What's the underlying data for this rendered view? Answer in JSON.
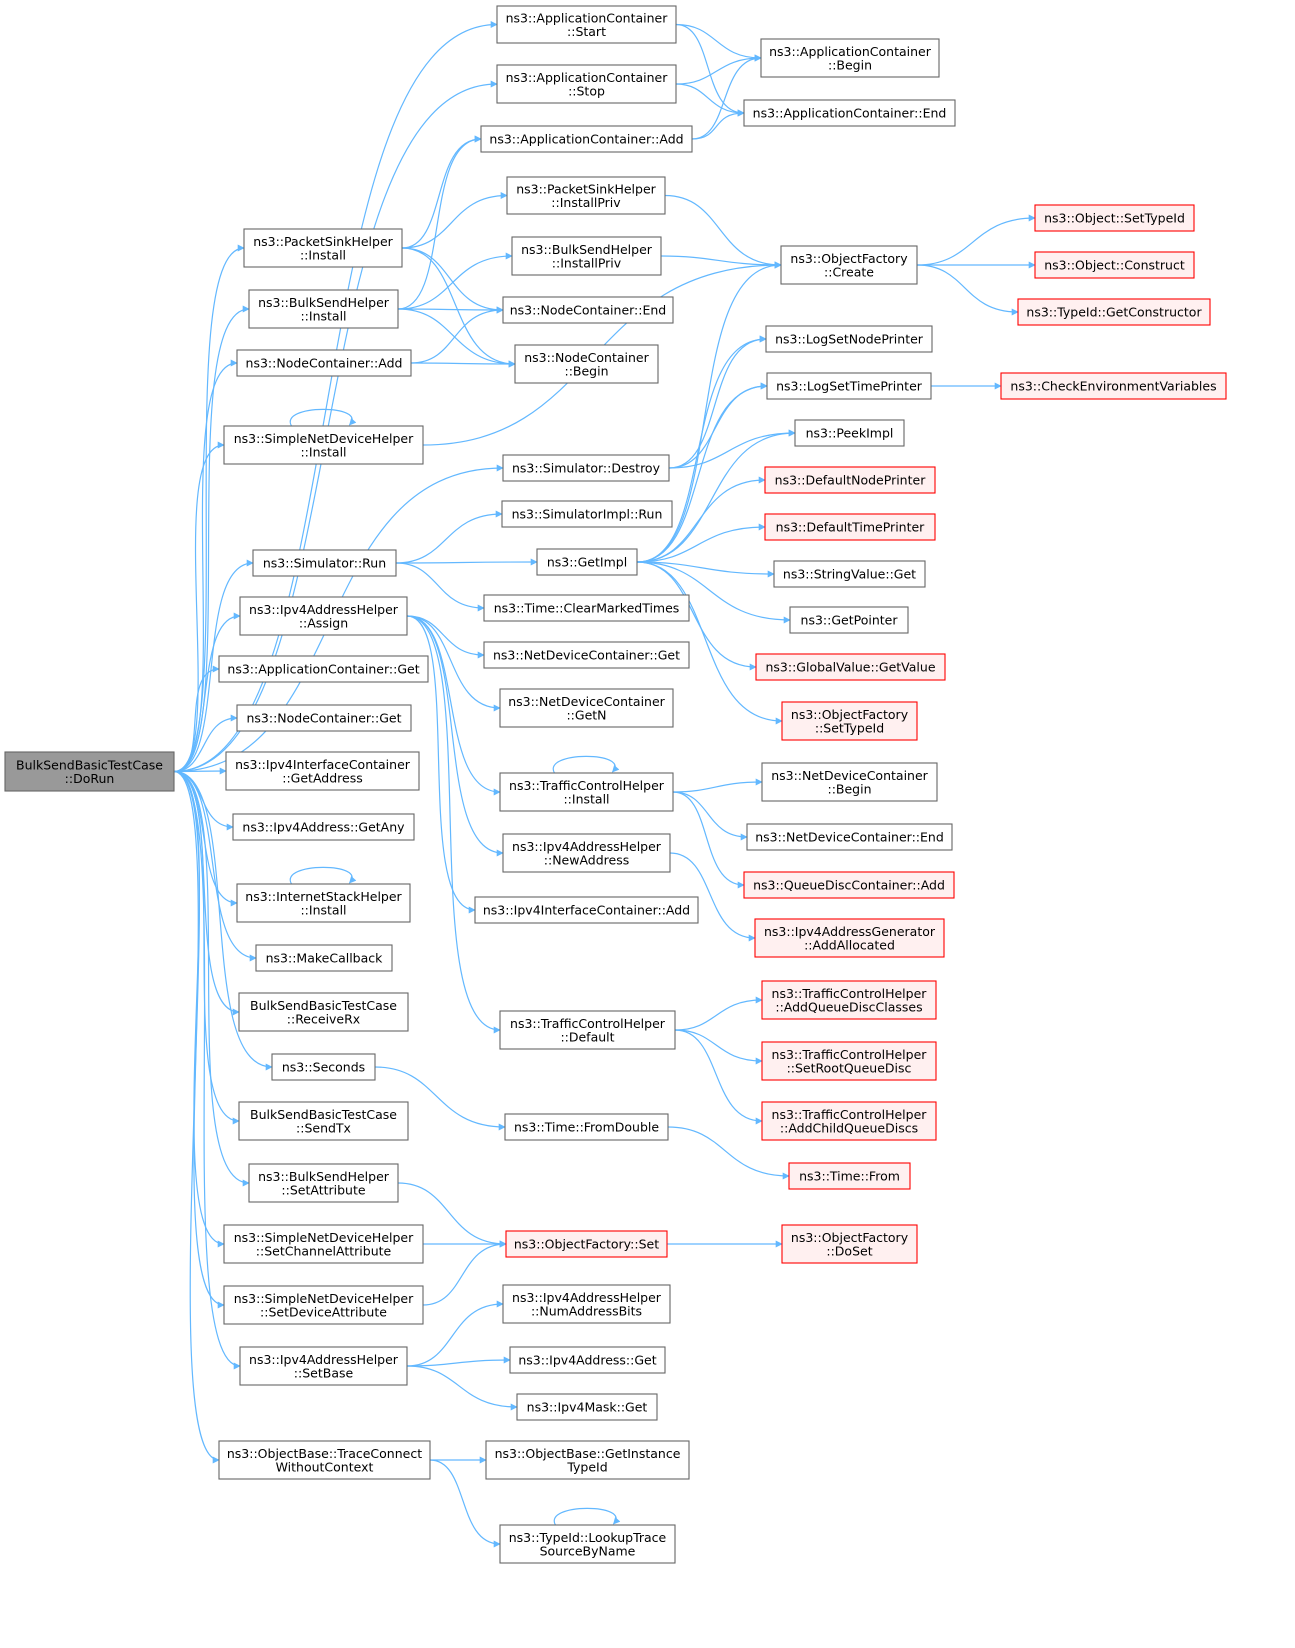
{
  "colors": {
    "edge": "#63b8ff",
    "node_fill": "#ffffff",
    "node_border": "#666666",
    "root_fill": "#999999",
    "root_border": "#666666",
    "external_fill": "#fff0f0",
    "external_border": "#ff0000"
  },
  "nodes": [
    {
      "id": "root",
      "kind": "root",
      "lines": [
        "BulkSendBasicTestCase",
        "::DoRun"
      ]
    },
    {
      "id": "ac_start",
      "kind": "normal",
      "lines": [
        "ns3::ApplicationContainer",
        "::Start"
      ]
    },
    {
      "id": "ac_stop",
      "kind": "normal",
      "lines": [
        "ns3::ApplicationContainer",
        "::Stop"
      ]
    },
    {
      "id": "ac_begin",
      "kind": "normal",
      "lines": [
        "ns3::ApplicationContainer",
        "::Begin"
      ]
    },
    {
      "id": "ac_end",
      "kind": "normal",
      "lines": [
        "ns3::ApplicationContainer::End"
      ]
    },
    {
      "id": "ac_add",
      "kind": "normal",
      "lines": [
        "ns3::ApplicationContainer::Add"
      ]
    },
    {
      "id": "psh_ip",
      "kind": "normal",
      "lines": [
        "ns3::PacketSinkHelper",
        "::InstallPriv"
      ]
    },
    {
      "id": "psh_i",
      "kind": "normal",
      "lines": [
        "ns3::PacketSinkHelper",
        "::Install"
      ]
    },
    {
      "id": "bsh_ip",
      "kind": "normal",
      "lines": [
        "ns3::BulkSendHelper",
        "::InstallPriv"
      ]
    },
    {
      "id": "bsh_i",
      "kind": "normal",
      "lines": [
        "ns3::BulkSendHelper",
        "::Install"
      ]
    },
    {
      "id": "nc_end",
      "kind": "normal",
      "lines": [
        "ns3::NodeContainer::End"
      ]
    },
    {
      "id": "nc_add",
      "kind": "normal",
      "lines": [
        "ns3::NodeContainer::Add"
      ]
    },
    {
      "id": "nc_begin",
      "kind": "normal",
      "lines": [
        "ns3::NodeContainer",
        "::Begin"
      ]
    },
    {
      "id": "of_create",
      "kind": "normal",
      "lines": [
        "ns3::ObjectFactory",
        "::Create"
      ]
    },
    {
      "id": "o_settid",
      "kind": "external",
      "lines": [
        "ns3::Object::SetTypeId"
      ]
    },
    {
      "id": "o_construct",
      "kind": "external",
      "lines": [
        "ns3::Object::Construct"
      ]
    },
    {
      "id": "tid_getctor",
      "kind": "external",
      "lines": [
        "ns3::TypeId::GetConstructor"
      ]
    },
    {
      "id": "lsnp",
      "kind": "normal",
      "lines": [
        "ns3::LogSetNodePrinter"
      ]
    },
    {
      "id": "lstp",
      "kind": "normal",
      "lines": [
        "ns3::LogSetTimePrinter"
      ]
    },
    {
      "id": "cev",
      "kind": "external",
      "lines": [
        "ns3::CheckEnvironmentVariables"
      ]
    },
    {
      "id": "sndh_i",
      "kind": "normal",
      "lines": [
        "ns3::SimpleNetDeviceHelper",
        "::Install"
      ]
    },
    {
      "id": "peek",
      "kind": "normal",
      "lines": [
        "ns3::PeekImpl"
      ]
    },
    {
      "id": "sim_destroy",
      "kind": "normal",
      "lines": [
        "ns3::Simulator::Destroy"
      ]
    },
    {
      "id": "dnp",
      "kind": "external",
      "lines": [
        "ns3::DefaultNodePrinter"
      ]
    },
    {
      "id": "simimpl_run",
      "kind": "normal",
      "lines": [
        "ns3::SimulatorImpl::Run"
      ]
    },
    {
      "id": "dtp",
      "kind": "external",
      "lines": [
        "ns3::DefaultTimePrinter"
      ]
    },
    {
      "id": "sim_run",
      "kind": "normal",
      "lines": [
        "ns3::Simulator::Run"
      ]
    },
    {
      "id": "getimpl",
      "kind": "normal",
      "lines": [
        "ns3::GetImpl"
      ]
    },
    {
      "id": "sv_get",
      "kind": "normal",
      "lines": [
        "ns3::StringValue::Get"
      ]
    },
    {
      "id": "time_cmt",
      "kind": "normal",
      "lines": [
        "ns3::Time::ClearMarkedTimes"
      ]
    },
    {
      "id": "ipv4ah_assign",
      "kind": "normal",
      "lines": [
        "ns3::Ipv4AddressHelper",
        "::Assign"
      ]
    },
    {
      "id": "getptr",
      "kind": "normal",
      "lines": [
        "ns3::GetPointer"
      ]
    },
    {
      "id": "ndc_get",
      "kind": "normal",
      "lines": [
        "ns3::NetDeviceContainer::Get"
      ]
    },
    {
      "id": "gv_getvalue",
      "kind": "external",
      "lines": [
        "ns3::GlobalValue::GetValue"
      ]
    },
    {
      "id": "ac_get",
      "kind": "normal",
      "lines": [
        "ns3::ApplicationContainer::Get"
      ]
    },
    {
      "id": "ndc_getn",
      "kind": "normal",
      "lines": [
        "ns3::NetDeviceContainer",
        "::GetN"
      ]
    },
    {
      "id": "nc_get",
      "kind": "normal",
      "lines": [
        "ns3::NodeContainer::Get"
      ]
    },
    {
      "id": "of_settid",
      "kind": "external",
      "lines": [
        "ns3::ObjectFactory",
        "::SetTypeId"
      ]
    },
    {
      "id": "ipv4ic_getaddr",
      "kind": "normal",
      "lines": [
        "ns3::Ipv4InterfaceContainer",
        "::GetAddress"
      ]
    },
    {
      "id": "tch_install",
      "kind": "normal",
      "lines": [
        "ns3::TrafficControlHelper",
        "::Install"
      ]
    },
    {
      "id": "ndc_begin",
      "kind": "normal",
      "lines": [
        "ns3::NetDeviceContainer",
        "::Begin"
      ]
    },
    {
      "id": "ipv4_getany",
      "kind": "normal",
      "lines": [
        "ns3::Ipv4Address::GetAny"
      ]
    },
    {
      "id": "ndc_end",
      "kind": "normal",
      "lines": [
        "ns3::NetDeviceContainer::End"
      ]
    },
    {
      "id": "ipv4ah_newaddr",
      "kind": "normal",
      "lines": [
        "ns3::Ipv4AddressHelper",
        "::NewAddress"
      ]
    },
    {
      "id": "qdc_add",
      "kind": "external",
      "lines": [
        "ns3::QueueDiscContainer::Add"
      ]
    },
    {
      "id": "ish_install",
      "kind": "normal",
      "lines": [
        "ns3::InternetStackHelper",
        "::Install"
      ]
    },
    {
      "id": "ipv4ic_add",
      "kind": "normal",
      "lines": [
        "ns3::Ipv4InterfaceContainer::Add"
      ]
    },
    {
      "id": "ipv4ag_addalloc",
      "kind": "external",
      "lines": [
        "ns3::Ipv4AddressGenerator",
        "::AddAllocated"
      ]
    },
    {
      "id": "makecb",
      "kind": "normal",
      "lines": [
        "ns3::MakeCallback"
      ]
    },
    {
      "id": "tch_aqdc",
      "kind": "external",
      "lines": [
        "ns3::TrafficControlHelper",
        "::AddQueueDiscClasses"
      ]
    },
    {
      "id": "bstc_rx",
      "kind": "normal",
      "lines": [
        "BulkSendBasicTestCase",
        "::ReceiveRx"
      ]
    },
    {
      "id": "tch_default",
      "kind": "normal",
      "lines": [
        "ns3::TrafficControlHelper",
        "::Default"
      ]
    },
    {
      "id": "tch_srqd",
      "kind": "external",
      "lines": [
        "ns3::TrafficControlHelper",
        "::SetRootQueueDisc"
      ]
    },
    {
      "id": "seconds",
      "kind": "normal",
      "lines": [
        "ns3::Seconds"
      ]
    },
    {
      "id": "bstc_tx",
      "kind": "normal",
      "lines": [
        "BulkSendBasicTestCase",
        "::SendTx"
      ]
    },
    {
      "id": "time_fromdouble",
      "kind": "normal",
      "lines": [
        "ns3::Time::FromDouble"
      ]
    },
    {
      "id": "tch_acqd",
      "kind": "external",
      "lines": [
        "ns3::TrafficControlHelper",
        "::AddChildQueueDiscs"
      ]
    },
    {
      "id": "time_from",
      "kind": "external",
      "lines": [
        "ns3::Time::From"
      ]
    },
    {
      "id": "bsh_setattr",
      "kind": "normal",
      "lines": [
        "ns3::BulkSendHelper",
        "::SetAttribute"
      ]
    },
    {
      "id": "sndh_setchattr",
      "kind": "normal",
      "lines": [
        "ns3::SimpleNetDeviceHelper",
        "::SetChannelAttribute"
      ]
    },
    {
      "id": "of_set",
      "kind": "external",
      "lines": [
        "ns3::ObjectFactory::Set"
      ]
    },
    {
      "id": "of_doset",
      "kind": "external",
      "lines": [
        "ns3::ObjectFactory",
        "::DoSet"
      ]
    },
    {
      "id": "sndh_setdevattr",
      "kind": "normal",
      "lines": [
        "ns3::SimpleNetDeviceHelper",
        "::SetDeviceAttribute"
      ]
    },
    {
      "id": "ipv4ah_nab",
      "kind": "normal",
      "lines": [
        "ns3::Ipv4AddressHelper",
        "::NumAddressBits"
      ]
    },
    {
      "id": "ipv4ah_setbase",
      "kind": "normal",
      "lines": [
        "ns3::Ipv4AddressHelper",
        "::SetBase"
      ]
    },
    {
      "id": "ipv4_get",
      "kind": "normal",
      "lines": [
        "ns3::Ipv4Address::Get"
      ]
    },
    {
      "id": "ipv4mask_get",
      "kind": "normal",
      "lines": [
        "ns3::Ipv4Mask::Get"
      ]
    },
    {
      "id": "ob_tcwc",
      "kind": "normal",
      "lines": [
        "ns3::ObjectBase::TraceConnect",
        "WithoutContext"
      ]
    },
    {
      "id": "ob_getitid",
      "kind": "normal",
      "lines": [
        "ns3::ObjectBase::GetInstance",
        "TypeId"
      ]
    },
    {
      "id": "tid_lookup",
      "kind": "normal",
      "lines": [
        "ns3::TypeId::LookupTrace",
        "SourceByName"
      ]
    }
  ],
  "edges": [
    [
      "root",
      "ac_start"
    ],
    [
      "root",
      "ac_stop"
    ],
    [
      "root",
      "psh_i"
    ],
    [
      "root",
      "bsh_i"
    ],
    [
      "root",
      "nc_add"
    ],
    [
      "root",
      "sndh_i"
    ],
    [
      "root",
      "sim_destroy"
    ],
    [
      "root",
      "sim_run"
    ],
    [
      "root",
      "ipv4ah_assign"
    ],
    [
      "root",
      "ac_get"
    ],
    [
      "root",
      "nc_get"
    ],
    [
      "root",
      "ipv4ic_getaddr"
    ],
    [
      "root",
      "ipv4_getany"
    ],
    [
      "root",
      "ish_install"
    ],
    [
      "root",
      "makecb"
    ],
    [
      "root",
      "bstc_rx"
    ],
    [
      "root",
      "seconds"
    ],
    [
      "root",
      "bstc_tx"
    ],
    [
      "root",
      "bsh_setattr"
    ],
    [
      "root",
      "sndh_setchattr"
    ],
    [
      "root",
      "sndh_setdevattr"
    ],
    [
      "root",
      "ipv4ah_setbase"
    ],
    [
      "root",
      "ob_tcwc"
    ],
    [
      "ac_start",
      "ac_begin"
    ],
    [
      "ac_start",
      "ac_end"
    ],
    [
      "ac_stop",
      "ac_begin"
    ],
    [
      "ac_stop",
      "ac_end"
    ],
    [
      "ac_add",
      "ac_begin"
    ],
    [
      "ac_add",
      "ac_end"
    ],
    [
      "psh_i",
      "ac_add"
    ],
    [
      "psh_i",
      "psh_ip"
    ],
    [
      "psh_i",
      "nc_end"
    ],
    [
      "psh_i",
      "nc_begin"
    ],
    [
      "bsh_i",
      "ac_add"
    ],
    [
      "bsh_i",
      "bsh_ip"
    ],
    [
      "bsh_i",
      "nc_end"
    ],
    [
      "bsh_i",
      "nc_begin"
    ],
    [
      "nc_add",
      "nc_end"
    ],
    [
      "nc_add",
      "nc_begin"
    ],
    [
      "psh_ip",
      "of_create"
    ],
    [
      "bsh_ip",
      "of_create"
    ],
    [
      "sndh_i",
      "of_create"
    ],
    [
      "sndh_i",
      "sndh_i"
    ],
    [
      "of_create",
      "o_settid"
    ],
    [
      "of_create",
      "o_construct"
    ],
    [
      "of_create",
      "tid_getctor"
    ],
    [
      "lstp",
      "cev"
    ],
    [
      "sim_destroy",
      "lsnp"
    ],
    [
      "sim_destroy",
      "lstp"
    ],
    [
      "sim_destroy",
      "peek"
    ],
    [
      "sim_run",
      "simimpl_run"
    ],
    [
      "sim_run",
      "getimpl"
    ],
    [
      "sim_run",
      "time_cmt"
    ],
    [
      "getimpl",
      "of_create"
    ],
    [
      "getimpl",
      "lsnp"
    ],
    [
      "getimpl",
      "lstp"
    ],
    [
      "getimpl",
      "peek"
    ],
    [
      "getimpl",
      "dnp"
    ],
    [
      "getimpl",
      "dtp"
    ],
    [
      "getimpl",
      "sv_get"
    ],
    [
      "getimpl",
      "getptr"
    ],
    [
      "getimpl",
      "gv_getvalue"
    ],
    [
      "getimpl",
      "of_settid"
    ],
    [
      "ipv4ah_assign",
      "ndc_get"
    ],
    [
      "ipv4ah_assign",
      "ndc_getn"
    ],
    [
      "ipv4ah_assign",
      "tch_install"
    ],
    [
      "ipv4ah_assign",
      "ipv4ah_newaddr"
    ],
    [
      "ipv4ah_assign",
      "ipv4ic_add"
    ],
    [
      "ipv4ah_assign",
      "tch_default"
    ],
    [
      "tch_install",
      "tch_install"
    ],
    [
      "tch_install",
      "ndc_begin"
    ],
    [
      "tch_install",
      "ndc_end"
    ],
    [
      "tch_install",
      "qdc_add"
    ],
    [
      "ipv4ah_newaddr",
      "ipv4ag_addalloc"
    ],
    [
      "tch_default",
      "tch_aqdc"
    ],
    [
      "tch_default",
      "tch_srqd"
    ],
    [
      "tch_default",
      "tch_acqd"
    ],
    [
      "ish_install",
      "ish_install"
    ],
    [
      "seconds",
      "time_fromdouble"
    ],
    [
      "time_fromdouble",
      "time_from"
    ],
    [
      "bsh_setattr",
      "of_set"
    ],
    [
      "sndh_setchattr",
      "of_set"
    ],
    [
      "sndh_setdevattr",
      "of_set"
    ],
    [
      "of_set",
      "of_doset"
    ],
    [
      "ipv4ah_setbase",
      "ipv4ah_nab"
    ],
    [
      "ipv4ah_setbase",
      "ipv4_get"
    ],
    [
      "ipv4ah_setbase",
      "ipv4mask_get"
    ],
    [
      "ob_tcwc",
      "ob_getitid"
    ],
    [
      "ob_tcwc",
      "tid_lookup"
    ],
    [
      "tid_lookup",
      "tid_lookup"
    ]
  ]
}
